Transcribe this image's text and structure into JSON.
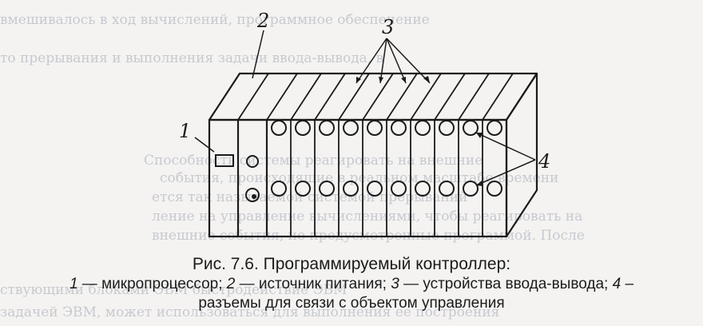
{
  "labels": {
    "microprocessor": "1",
    "power_supply": "2",
    "io_devices": "3",
    "connectors": "4"
  },
  "caption": {
    "title": "Рис. 7.6. Программируемый контроллер:",
    "line1": {
      "n1": "1",
      "t1": " — микропроцессор; ",
      "n2": "2",
      "t2": " — источник питания; ",
      "n3": "3",
      "t3": " — устройства ввода-вывода; ",
      "n4": "4",
      "t4": " –"
    },
    "line2": "разъемы для связи с объектом управления"
  },
  "colors": {
    "ink": "#1b1b1b",
    "paper": "#f4f3f1",
    "ghost_text": "#b9bcc6"
  }
}
